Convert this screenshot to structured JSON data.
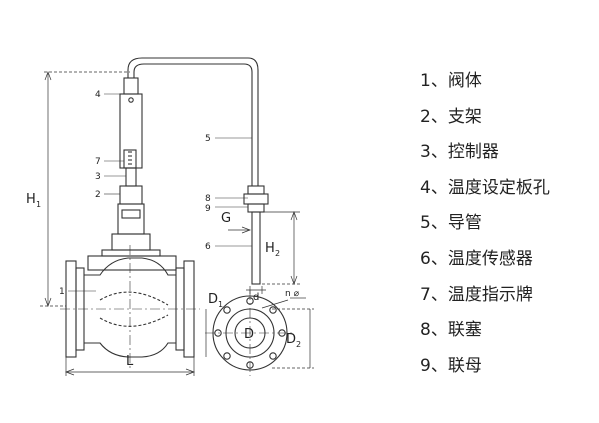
{
  "callouts": {
    "c1": "1",
    "c2": "2",
    "c3": "3",
    "c4": "4",
    "c5": "5",
    "c6": "6",
    "c7": "7",
    "c8": "8",
    "c9": "9"
  },
  "dimensions": {
    "h1": "H",
    "h1_sub": "1",
    "h2": "H",
    "h2_sub": "2",
    "l": "L",
    "g": "G",
    "d_small": "d",
    "n_phi": "n ⌀",
    "d1": "D",
    "d1_sub": "1",
    "d2": "D",
    "d2_sub": "2",
    "d_center": "D"
  },
  "legend": [
    "1、阀体",
    "2、支架",
    "3、控制器",
    "4、温度设定板孔",
    "5、导管",
    "6、温度传感器",
    "7、温度指示牌",
    "8、联塞",
    "9、联母"
  ]
}
